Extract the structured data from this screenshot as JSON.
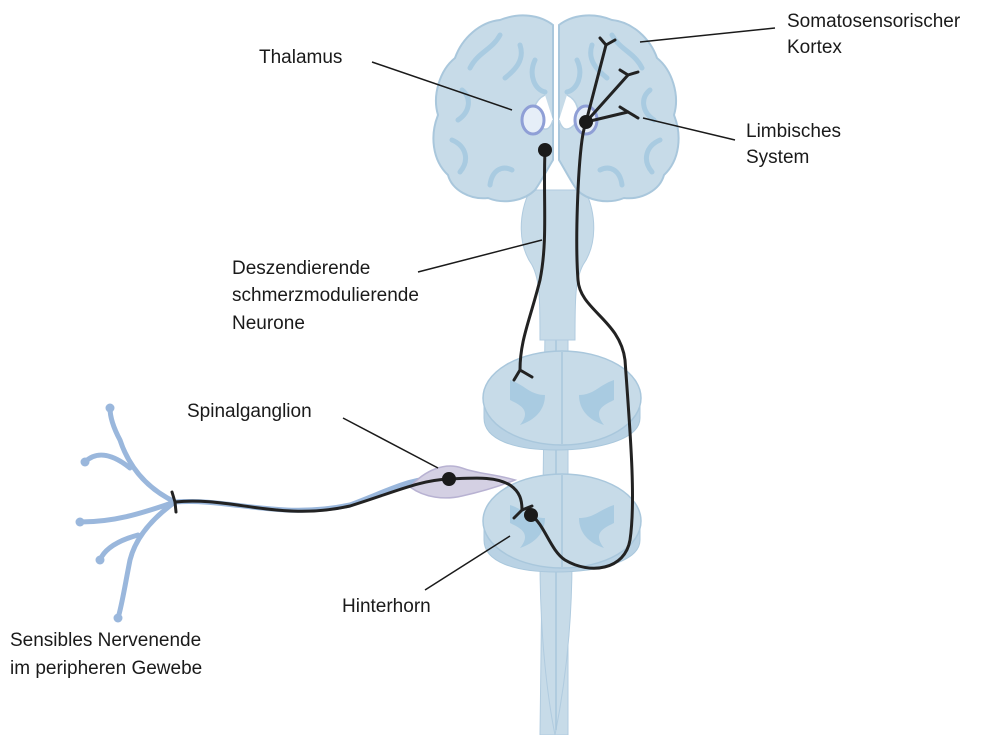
{
  "colors": {
    "tissue_fill": "#c7dbe8",
    "tissue_edge": "#a9c7dc",
    "gray_matter": "#a9cbe1",
    "nerve_blue": "#9ab7dc",
    "ganglion": "#d4d0e3",
    "neuron": "#222222",
    "thalamus_outline": "#8f9fd6",
    "leader": "#1a1a1a"
  },
  "labels": {
    "thalamus": "Thalamus",
    "somatosensory_line1": "Somatosensorischer",
    "somatosensory_line2": "Kortex",
    "limbic_line1": "Limbisches",
    "limbic_line2": "System",
    "descending_line1": "Deszendierende",
    "descending_line2": "schmerzmodulierende",
    "descending_line3": "Neurone",
    "spinal_ganglion": "Spinalganglion",
    "dorsal_horn": "Hinterhorn",
    "nerve_ending_line1": "Sensibles Nervenende",
    "nerve_ending_line2": "im peripheren Gewebe"
  }
}
